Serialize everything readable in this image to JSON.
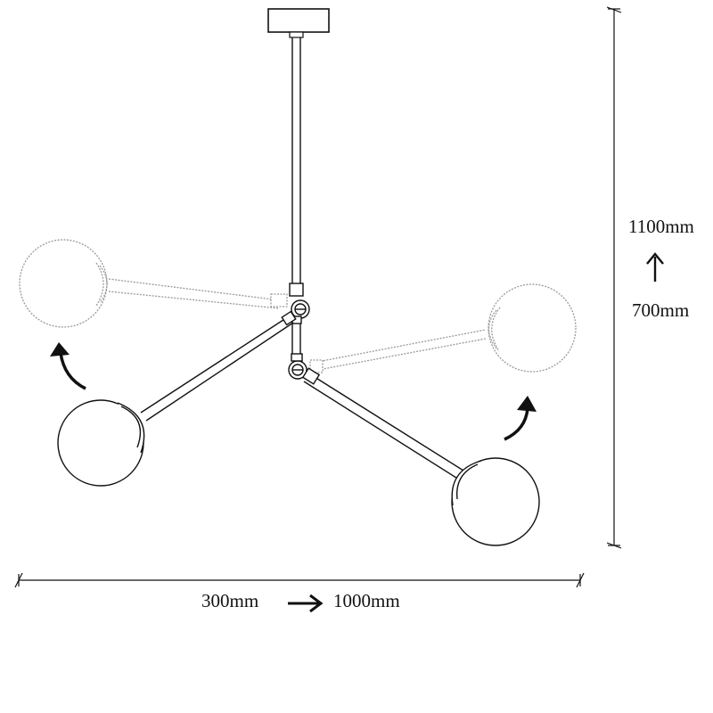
{
  "dimensions": {
    "width_min": "300mm",
    "width_max": "1000mm",
    "height_max": "1100mm",
    "height_min": "700mm"
  },
  "icons": {
    "width_arrow": "right-arrow",
    "height_arrow": "up-arrow",
    "rotation_arrows": "curved-rotate-arrow"
  },
  "colors": {
    "line": "#111111",
    "ghost": "#9a9a9a"
  }
}
